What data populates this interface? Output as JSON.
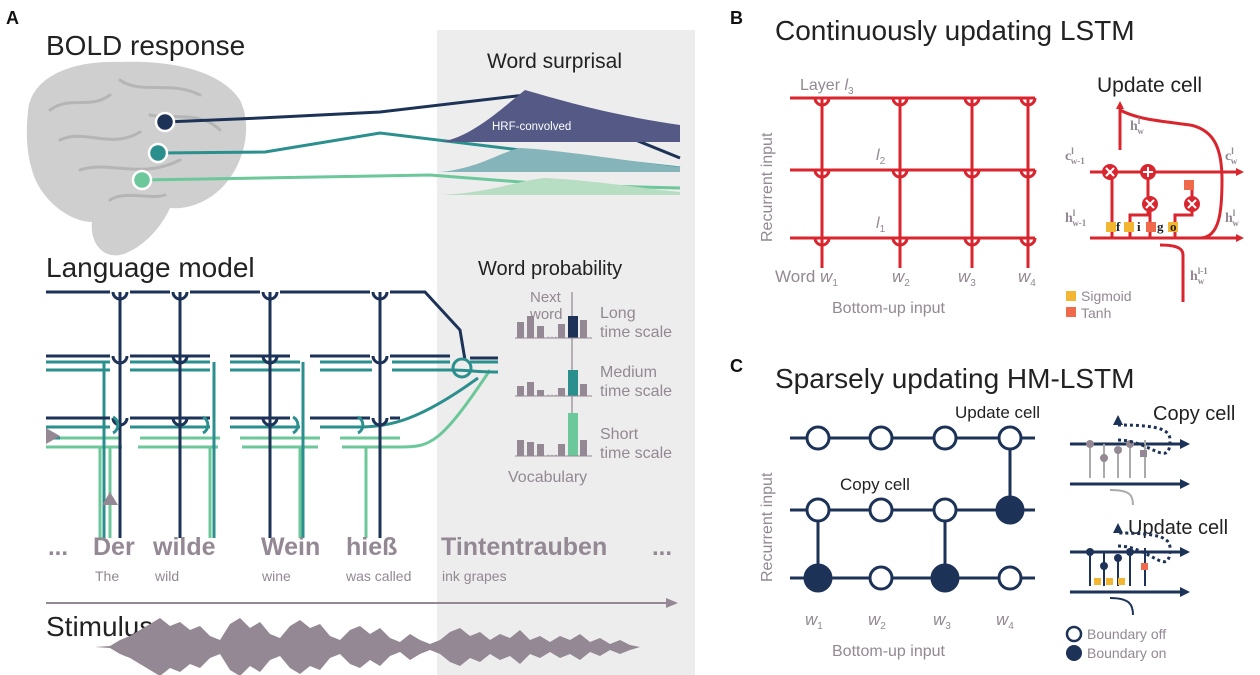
{
  "panelA": {
    "letter": "A",
    "bold_response": "BOLD response",
    "word_surprisal": "Word surprisal",
    "hrf_convolved": "HRF-convolved",
    "language_model": "Language model",
    "word_probability": "Word probability",
    "next_word_1": "Next",
    "next_word_2": "word",
    "long_1": "Long",
    "long_2": "time scale",
    "medium_1": "Medium",
    "medium_2": "time scale",
    "short_1": "Short",
    "short_2": "time scale",
    "vocabulary": "Vocabulary",
    "ellipsis_left": "...",
    "ellipsis_right": "...",
    "words": [
      {
        "de": "Der",
        "en": "The"
      },
      {
        "de": "wilde",
        "en": "wild"
      },
      {
        "de": "Wein",
        "en": "wine"
      },
      {
        "de": "hieß",
        "en": "was called"
      },
      {
        "de": "Tintentrauben",
        "en": "ink grapes"
      }
    ],
    "stimulus": "Stimulus",
    "colors": {
      "dark": "#1d3257",
      "mid": "#2b8f8e",
      "light": "#6cc79a",
      "grey": "#938893"
    }
  },
  "panelB": {
    "letter": "B",
    "title": "Continuously updating LSTM",
    "layer_prefix": "Layer ",
    "l3": "l",
    "l3_sub": "3",
    "l2": "l",
    "l2_sub": "2",
    "l1": "l",
    "l1_sub": "1",
    "recurrent_input": "Recurrent input",
    "bottom_up_input": "Bottom-up input",
    "word_prefix": "Word ",
    "w": "w",
    "w1": "1",
    "w2": "2",
    "w3": "3",
    "w4": "4",
    "update_cell": "Update cell",
    "h": "h",
    "c": "c",
    "sup_l": "l",
    "sub_w": "w",
    "sub_w_1": "w-1",
    "sup_l_1": "l-1",
    "f": "f",
    "i": "i",
    "g": "g",
    "o": "o",
    "sigmoid": "Sigmoid",
    "tanh": "Tanh",
    "colors": {
      "red": "#d9262e",
      "sigmoid": "#f2b632",
      "tanh": "#ef6a4a"
    }
  },
  "panelC": {
    "letter": "C",
    "title": "Sparsely updating HM-LSTM",
    "update_cell_top": "Update cell",
    "copy_cell_mid": "Copy cell",
    "copy_cell_right": "Copy cell",
    "update_cell_right": "Update cell",
    "recurrent_input": "Recurrent input",
    "bottom_up_input": "Bottom-up input",
    "w": "w",
    "w1": "1",
    "w2": "2",
    "w3": "3",
    "w4": "4",
    "boundary_off": "Boundary off",
    "boundary_on": "Boundary on",
    "colors": {
      "navy": "#1d3257"
    }
  }
}
